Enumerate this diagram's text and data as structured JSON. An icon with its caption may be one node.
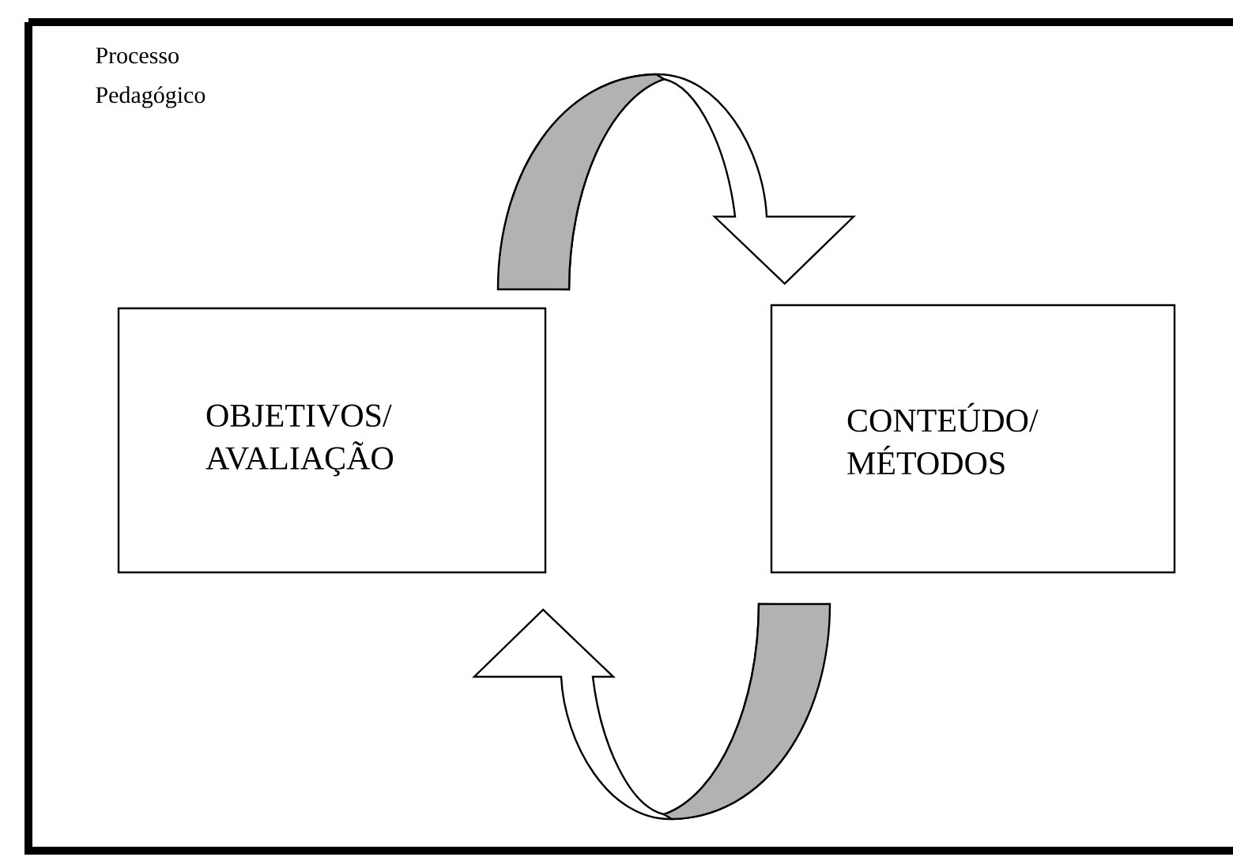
{
  "diagram": {
    "title": "Processo Pedagógico",
    "nodes": [
      {
        "text": [
          "OBJETIVOS/ AVALIAÇÃO"
        ]
      },
      {
        "text": [
          "CONTEÚDO/ MÉTODOS"
        ]
      }
    ],
    "edges": [
      {
        "from": 0,
        "to": 1,
        "arrow": "to"
      },
      {
        "from": 1,
        "to": 0,
        "arrow": "to"
      }
    ]
  }
}
